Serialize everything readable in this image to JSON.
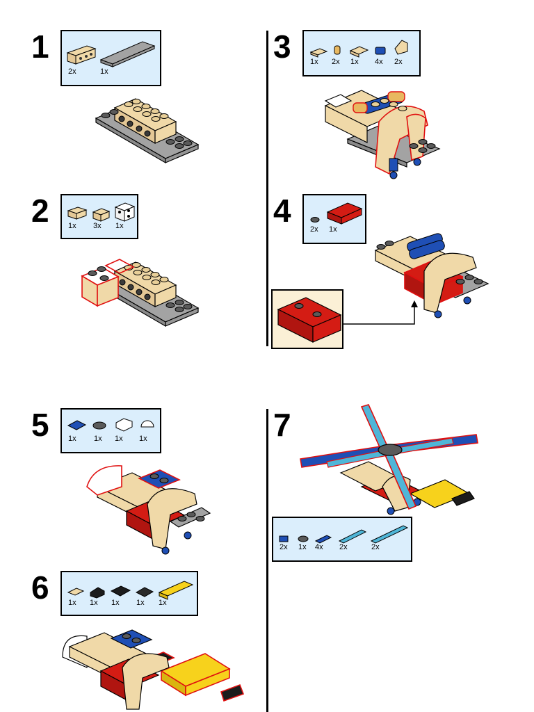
{
  "steps": [
    {
      "number": "1",
      "parts": [
        {
          "part": "tan 1x2 technic brick",
          "qty": "2x"
        },
        {
          "part": "gray 2x8 plate",
          "qty": "1x"
        }
      ]
    },
    {
      "number": "2",
      "parts": [
        {
          "part": "tan 2x2 brick",
          "qty": "1x"
        },
        {
          "part": "tan 1x2 brick",
          "qty": "3x"
        },
        {
          "part": "white 2x2 brick with holes",
          "qty": "1x"
        }
      ]
    },
    {
      "number": "3",
      "parts": [
        {
          "part": "tan 1x2 plate",
          "qty": "1x"
        },
        {
          "part": "tan technic pin",
          "qty": "2x"
        },
        {
          "part": "tan 2x2 plate",
          "qty": "1x"
        },
        {
          "part": "blue technic connector",
          "qty": "4x"
        },
        {
          "part": "tan curved slope",
          "qty": "2x"
        }
      ]
    },
    {
      "number": "4",
      "parts": [
        {
          "part": "dark gray round plate",
          "qty": "2x"
        },
        {
          "part": "red 2x4 brick",
          "qty": "1x"
        }
      ]
    },
    {
      "number": "5",
      "parts": [
        {
          "part": "blue 2x2 plate",
          "qty": "1x"
        },
        {
          "part": "dark gray round tile",
          "qty": "1x"
        },
        {
          "part": "white slope",
          "qty": "1x"
        },
        {
          "part": "white dome",
          "qty": "1x"
        }
      ]
    },
    {
      "number": "6",
      "parts": [
        {
          "part": "tan 1x2 plate",
          "qty": "1x"
        },
        {
          "part": "black slope",
          "qty": "1x"
        },
        {
          "part": "black plate with clips",
          "qty": "1x"
        },
        {
          "part": "black hinge",
          "qty": "1x"
        },
        {
          "part": "yellow 1x4 brick",
          "qty": "1x"
        }
      ]
    },
    {
      "number": "7",
      "parts": [
        {
          "part": "blue technic beam",
          "qty": "2x"
        },
        {
          "part": "dark gray round plate",
          "qty": "1x"
        },
        {
          "part": "blue 1x4 plate",
          "qty": "4x"
        },
        {
          "part": "light blue 1x6 plate",
          "qty": "2x"
        },
        {
          "part": "light blue 1x8 plate",
          "qty": "2x"
        }
      ]
    }
  ],
  "colors": {
    "tan": "#f0d9a8",
    "gray": "#a3a3a3",
    "dark_gray": "#5a5a5a",
    "red": "#d41c14",
    "blue": "#1f4fb5",
    "light_blue": "#4fb6d8",
    "yellow": "#f7d21c",
    "black": "#1c1c1c",
    "white": "#ffffff",
    "parts_box_bg": "#dbeefc",
    "callout_bg": "#fbf0d6",
    "new_part_outline": "#e01010"
  }
}
